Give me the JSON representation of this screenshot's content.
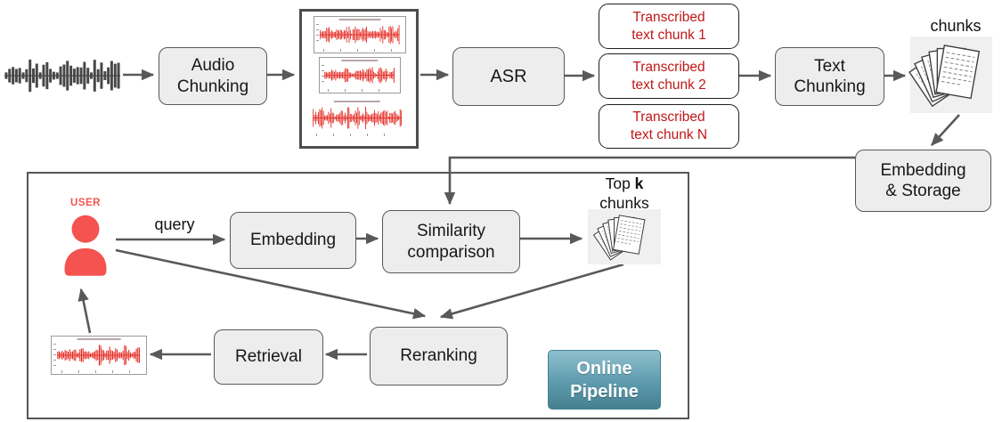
{
  "palette": {
    "box_fill": "#ededed",
    "box_border": "#595959",
    "arrow": "#595959",
    "frame_border": "#4d4d4d",
    "chunk_border": "#1f1f1f",
    "chunk_text_red": "#c01818",
    "user_red": "#f4534f",
    "wave_red": "#e32119",
    "wave_dark": "#474747",
    "badge_teal_top": "#8fc0cf",
    "badge_teal_bottom": "#45808f",
    "badge_text": "#ffffff"
  },
  "offline": {
    "audio_chunking": {
      "line1": "Audio",
      "line2": "Chunking"
    },
    "asr": "ASR",
    "transcribed": [
      {
        "line1": "Transcribed",
        "line2": "text chunk 1"
      },
      {
        "line1": "Transcribed",
        "line2": "text chunk 2"
      },
      {
        "line1": "Transcribed",
        "line2": "text chunk N"
      }
    ],
    "text_chunking": {
      "line1": "Text",
      "line2": "Chunking"
    },
    "chunks_label": "chunks",
    "embedding_storage": {
      "line1": "Embedding",
      "line2": "& Storage"
    }
  },
  "online": {
    "user_label": "USER",
    "query_label": "query",
    "embedding": "Embedding",
    "similarity": {
      "line1": "Similarity",
      "line2": "comparison"
    },
    "topk": {
      "prefix": "Top ",
      "k": "k",
      "line2": "chunks"
    },
    "reranking": "Reranking",
    "retrieval": "Retrieval",
    "badge": {
      "line1": "Online",
      "line2": "Pipeline"
    }
  }
}
